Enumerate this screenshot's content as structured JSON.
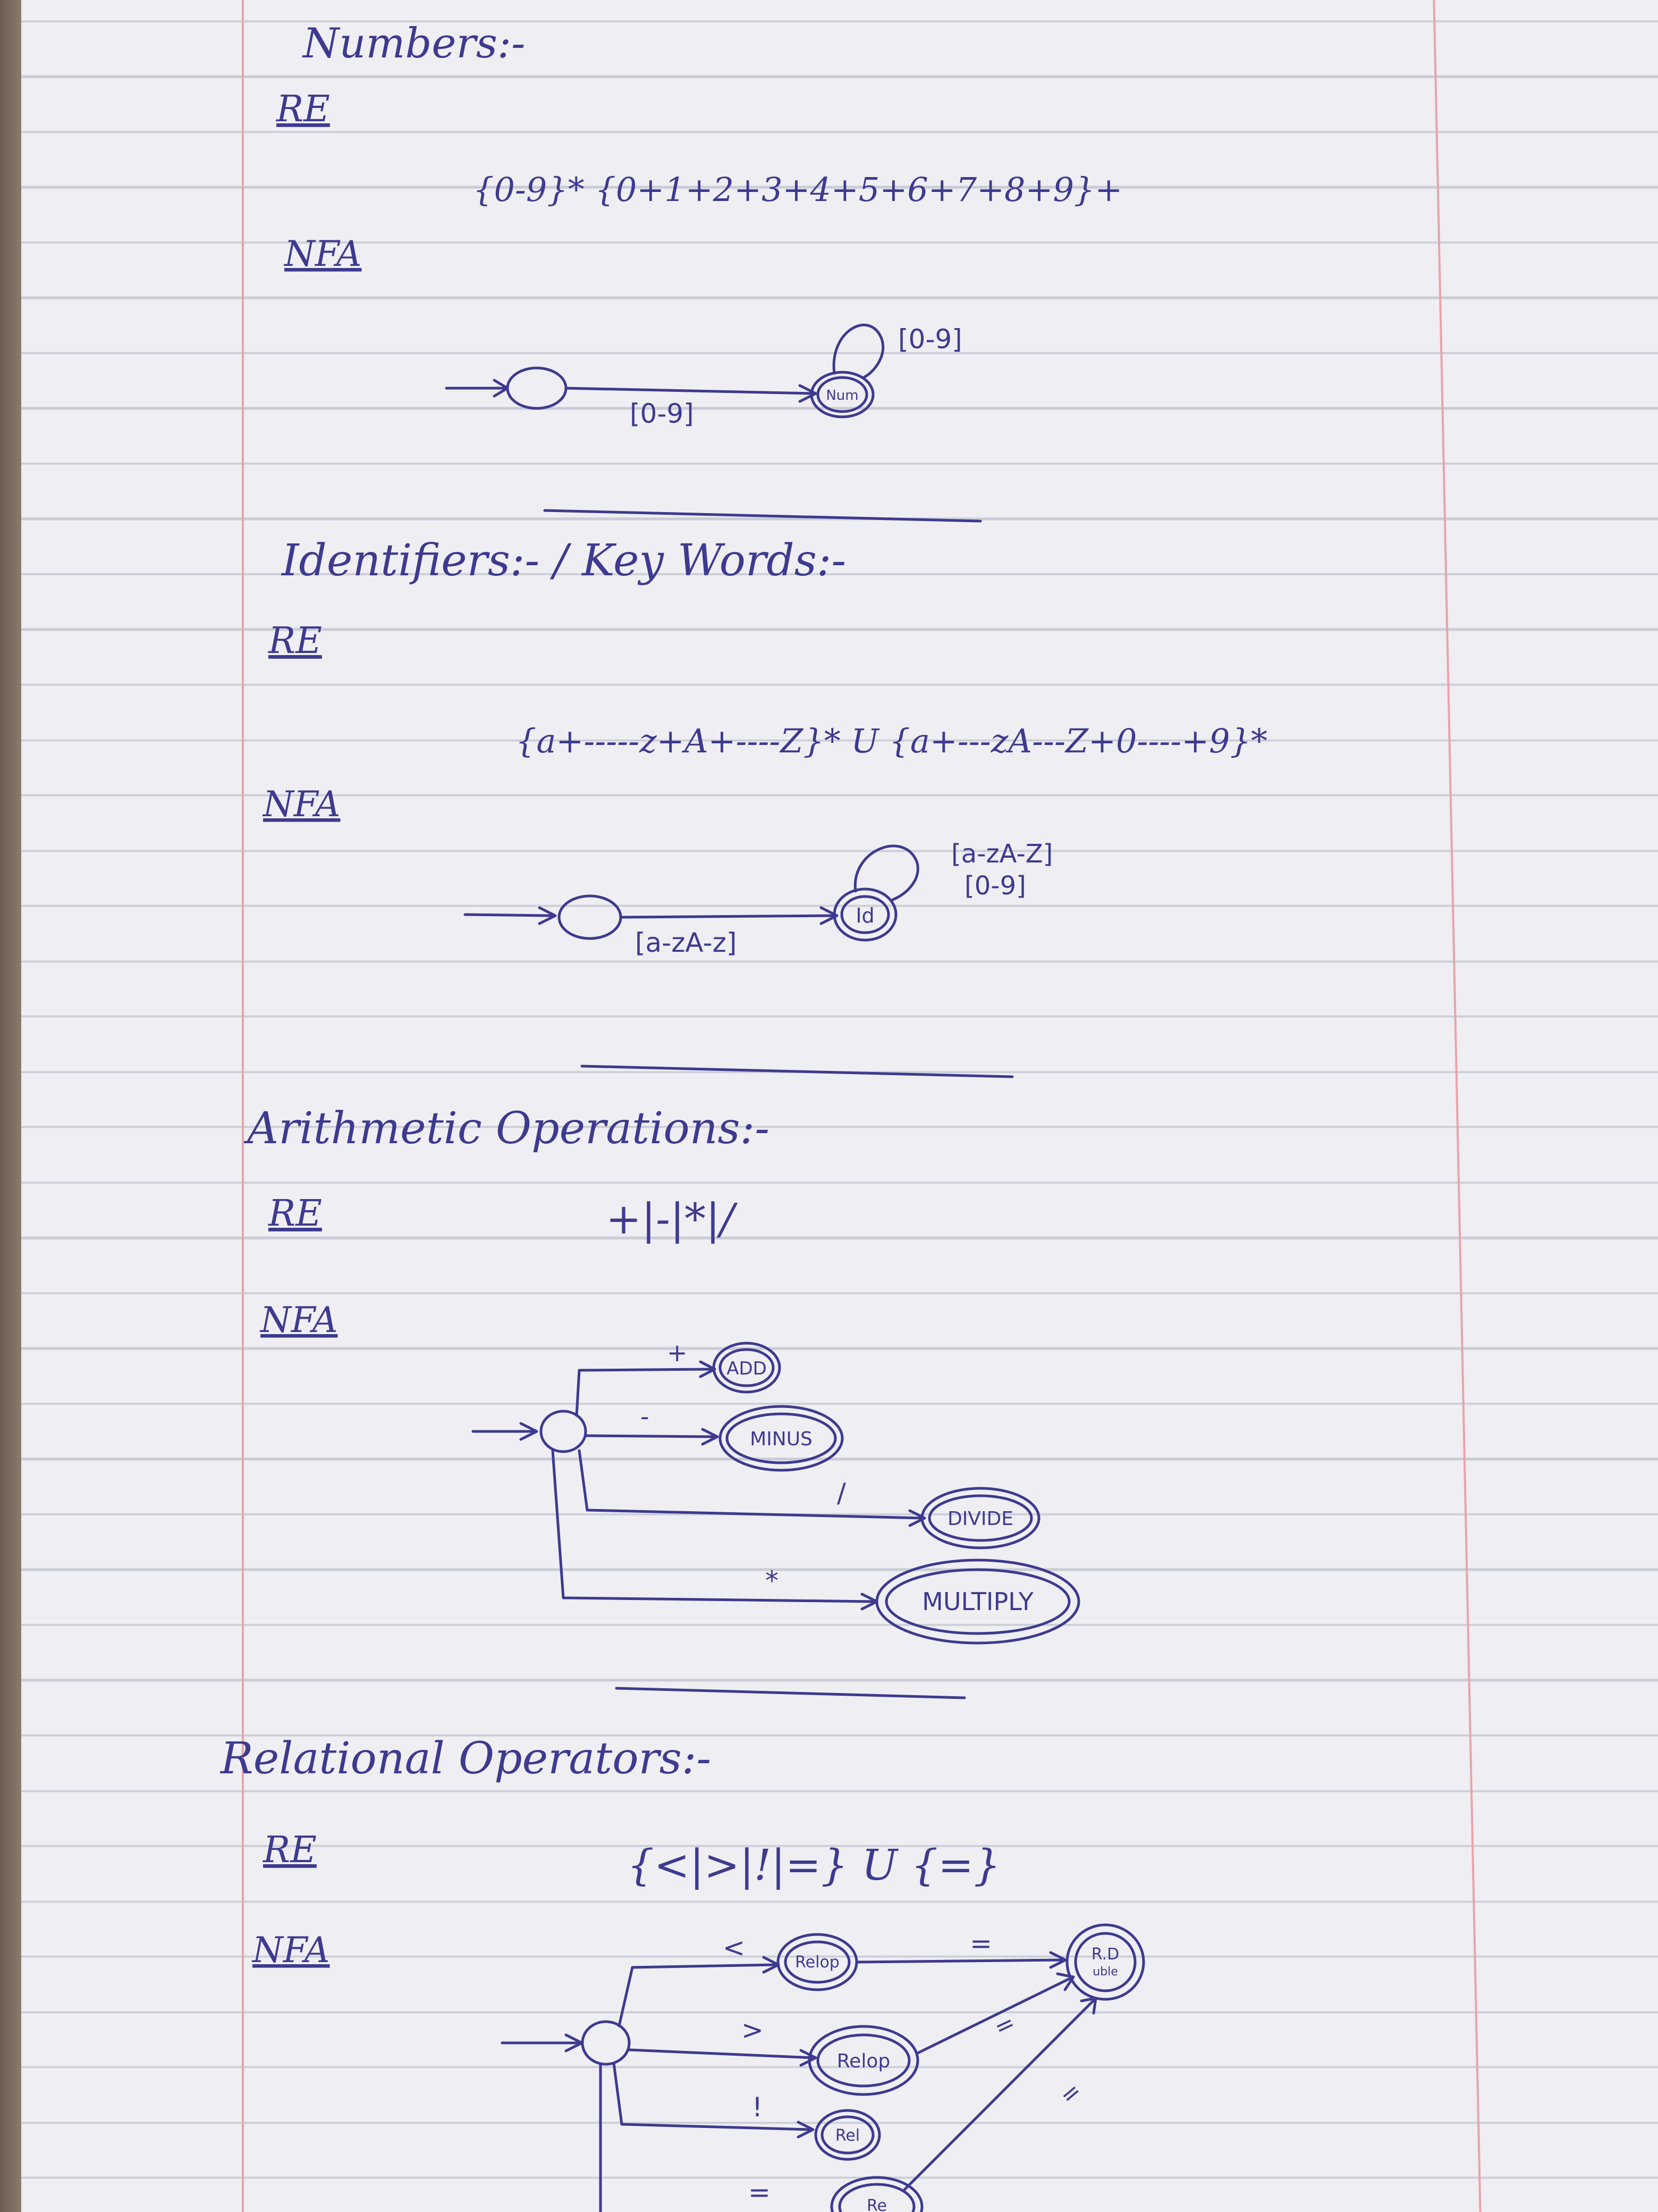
{
  "sections": [
    {
      "heading": "Numbers:-",
      "re_label": "RE",
      "re_expr": "{0-9}* {0+1+2+3+4+5+6+7+8+9}+",
      "nfa_label": "NFA",
      "nfa": {
        "final_state": "Num",
        "edge_label": "[0-9]",
        "loop_label": "[0-9]"
      }
    },
    {
      "heading": "Identifiers:- / Key Words:-",
      "re_label": "RE",
      "re_expr": "{a+-----z+A+----Z}* U {a+---zA---Z+0----+9}*",
      "nfa_label": "NFA",
      "nfa": {
        "final_state": "Id",
        "edge_label": "[a-zA-z]",
        "loop_label_1": "[a-zA-Z]",
        "loop_label_2": "[0-9]"
      }
    },
    {
      "heading": "Arithmetic Operations:-",
      "re_label": "RE",
      "re_expr": "+|-|*|/",
      "nfa_label": "NFA",
      "nfa": {
        "states": [
          "ADD",
          "MINUS",
          "DIVIDE",
          "MULTIPLY"
        ],
        "edge_labels": [
          "+",
          "-",
          "/",
          "*"
        ]
      }
    },
    {
      "heading": "Relational Operators:-",
      "re_label": "RE",
      "re_expr": "{<|>|!|=} U {=}",
      "nfa_label": "NFA",
      "nfa": {
        "states": [
          "Relop",
          "Relop",
          "Rel",
          "Re"
        ],
        "final_state_line1": "R.D",
        "final_state_line2": "uble",
        "edge_labels": [
          "<",
          ">",
          "!",
          "="
        ],
        "to_final_labels": [
          "=",
          "=",
          "="
        ]
      }
    }
  ],
  "colors": {
    "ink": "#3d3a8f",
    "paper": "#efeef2",
    "rule": "#c9ccd6",
    "margin": "#e7a4ad"
  }
}
